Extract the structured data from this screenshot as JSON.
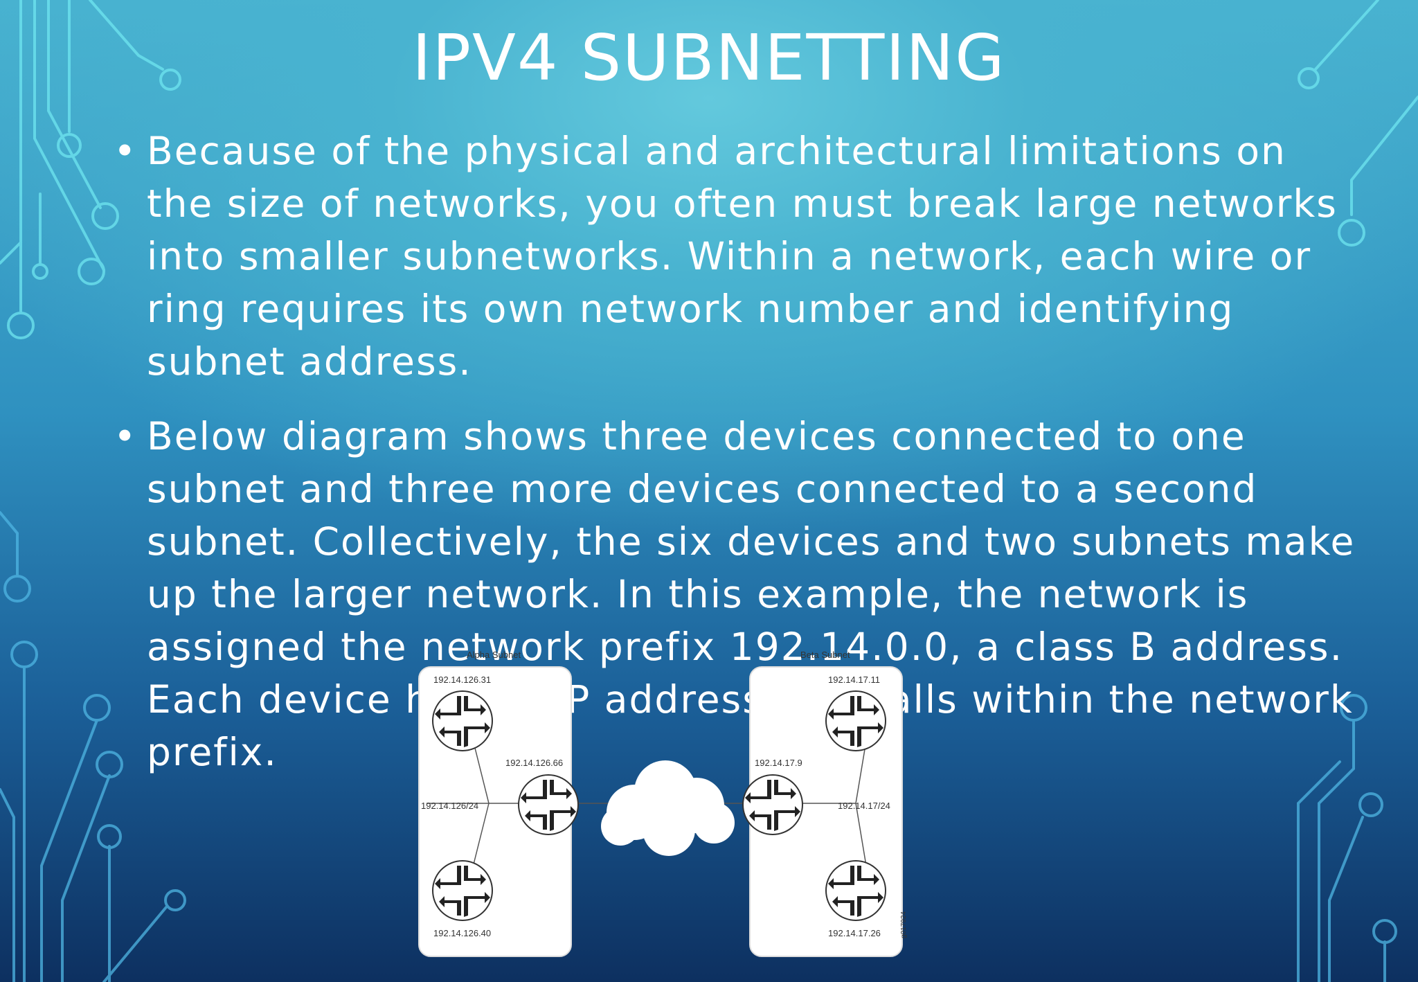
{
  "slide": {
    "title": "IPV4 SUBNETTING",
    "bullets": [
      "Because of the physical and architectural limitations on the size of networks, you often must break large networks into smaller subnetworks. Within a network, each wire or ring requires its own network number and identifying subnet address.",
      "Below diagram shows three devices connected to one subnet and three more devices connected to a second subnet. Collectively, the six devices and two subnets make up the larger network. In this example, the network is assigned the network prefix 192.14.0.0, a class B address. Each device has an IP address that falls within the network prefix."
    ]
  },
  "diagram": {
    "alpha_subnet": {
      "title": "Alpha Subnet",
      "top_router": "192.14.126.31",
      "gateway_router": "192.14.126.66",
      "subnet_prefix": "192.14.126/24",
      "bottom_router": "192.14.126.40"
    },
    "beta_subnet": {
      "title": "Beta Subnet",
      "top_router": "192.14.17.11",
      "gateway_router": "192.14.17.9",
      "subnet_prefix": "192.14.17/24",
      "bottom_router": "192.14.17.26"
    },
    "figure_code": "g017924",
    "icons": [
      "router-icon",
      "cloud-icon"
    ]
  }
}
